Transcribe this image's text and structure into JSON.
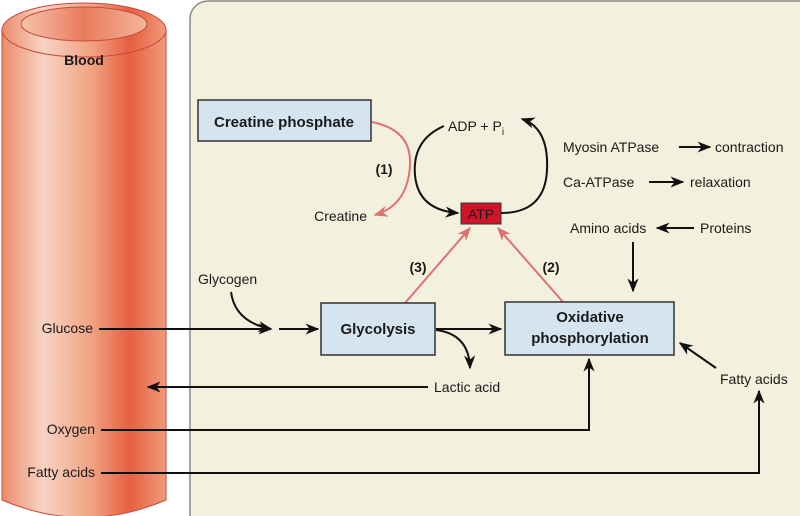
{
  "blood_vessel": {
    "label": "Blood"
  },
  "boxes": {
    "creatine_phosphate": "Creatine phosphate",
    "glycolysis": "Glycolysis",
    "oxidative_line1": "Oxidative",
    "oxidative_line2": "phosphorylation",
    "atp": "ATP"
  },
  "labels": {
    "adp": "ADP + P",
    "adp_sub": "i",
    "creatine": "Creatine",
    "step1": "(1)",
    "step2": "(2)",
    "step3": "(3)",
    "myosin": "Myosin ATPase",
    "contraction": "contraction",
    "ca_atpase": "Ca-ATPase",
    "relaxation": "relaxation",
    "amino_acids": "Amino acids",
    "proteins": "Proteins",
    "glycogen": "Glycogen",
    "glucose": "Glucose",
    "lactic_acid": "Lactic acid",
    "fatty_acids_cell": "Fatty acids",
    "oxygen": "Oxygen",
    "fatty_acids_blood": "Fatty acids"
  },
  "colors": {
    "blood_dark": "#e8664a",
    "blood_light": "#f7d0bc",
    "cell_bg": "#f3f0dd",
    "box_fill": "#d6e4ef",
    "atp_fill": "#d0142a",
    "pathway_red": "#e07070"
  }
}
